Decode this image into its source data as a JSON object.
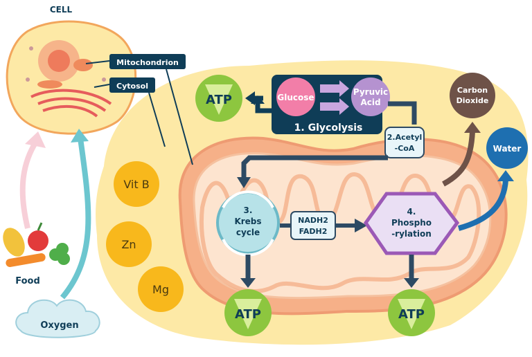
{
  "cell": {
    "title": "CELL",
    "mitochondrion_label": "Mitochondrion",
    "cytosol_label": "Cytosol"
  },
  "inputs": {
    "food": "Food",
    "oxygen": "Oxygen"
  },
  "cofactors": [
    "Vit B",
    "Zn",
    "Mg"
  ],
  "glycolysis": {
    "start": "Glucose",
    "end_line1": "Pyruvic",
    "end_line2": "Acid",
    "label": "1. Glycolysis"
  },
  "acetyl": {
    "line1": "2.Acetyl",
    "line2": "-CoA"
  },
  "krebs": {
    "line1": "3.",
    "line2": "Krebs",
    "line3": "cycle"
  },
  "carriers": {
    "line1": "NADH2",
    "line2": "FADH2"
  },
  "phospho": {
    "line1": "4.",
    "line2": "Phospho",
    "line3": "-rylation"
  },
  "products": {
    "atp": "ATP",
    "co2_line1": "Carbon",
    "co2_line2": "Dioxide",
    "water": "Water"
  },
  "colors": {
    "navy": "#0f3d57",
    "atp_green": "#8dc63f",
    "cofactor_yellow": "#f8b81c",
    "cytosol": "#fde9a6",
    "mito_outer": "#f7b18a",
    "glucose_pink": "#f27ea8",
    "pyruvic_purple": "#b592d0",
    "krebs_blue": "#b7e2e8",
    "phospho_violet": "#9b59b6",
    "water_blue": "#1e6fb0",
    "co2_brown": "#6e5248"
  }
}
